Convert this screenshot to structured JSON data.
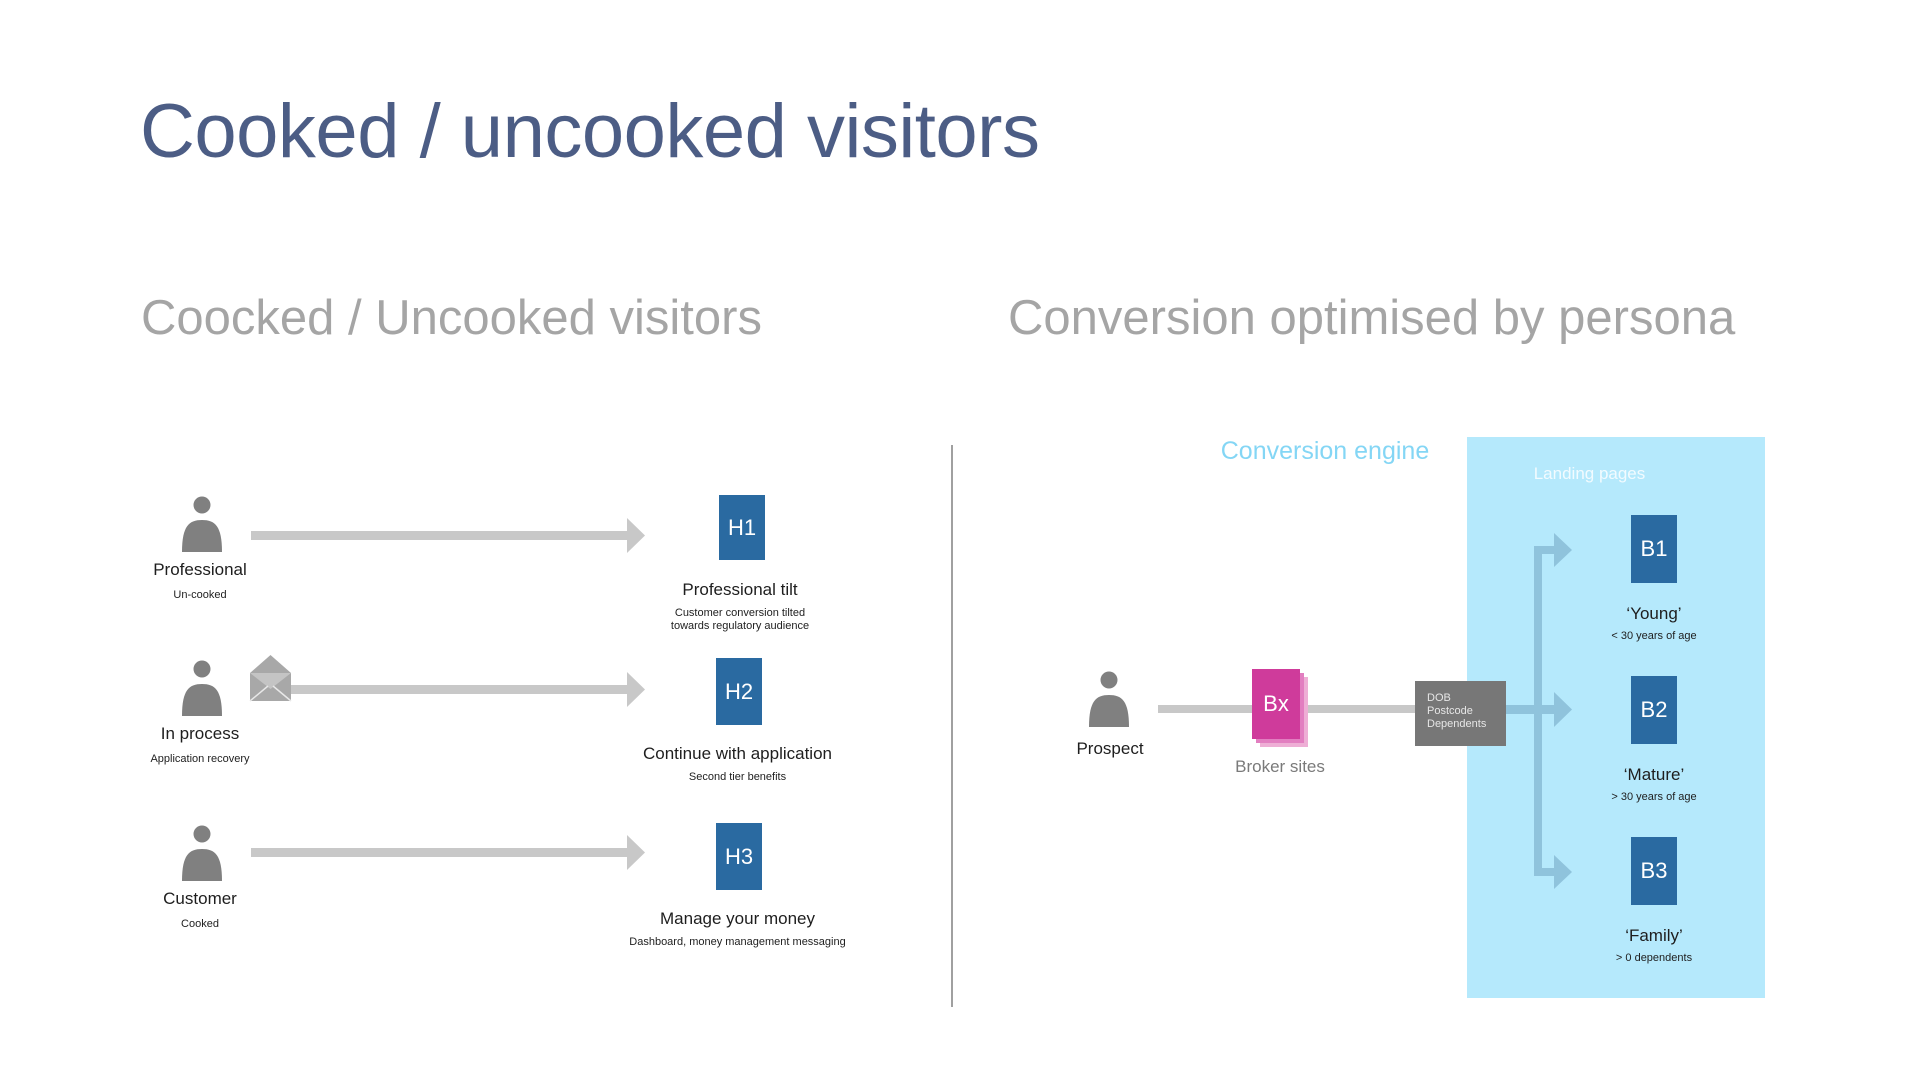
{
  "title": "Cooked / uncooked visitors",
  "left": {
    "subtitle": "Coocked / Uncooked visitors",
    "rows": [
      {
        "person_label": "Professional",
        "person_sub": "Un-cooked",
        "box": "H1",
        "heading": "Professional tilt",
        "desc_lines": [
          "Customer conversion tilted",
          "towards regulatory audience"
        ]
      },
      {
        "person_label": "In process",
        "person_sub": "Application recovery",
        "box": "H2",
        "heading": "Continue with application",
        "desc_lines": [
          "Second tier benefits"
        ]
      },
      {
        "person_label": "Customer",
        "person_sub": "Cooked",
        "box": "H3",
        "heading": "Manage your money",
        "desc_lines": [
          "Dashboard, money management messaging"
        ]
      }
    ]
  },
  "right": {
    "subtitle": "Conversion optimised by persona",
    "engine_label": "Conversion engine",
    "landing_label": "Landing pages",
    "prospect_label": "Prospect",
    "broker_box": "Bx",
    "broker_label": "Broker sites",
    "data_fields": [
      "DOB",
      "Postcode",
      "Dependents"
    ],
    "pages": [
      {
        "box": "B1",
        "name": "‘Young’",
        "desc": "< 30 years of age"
      },
      {
        "box": "B2",
        "name": "‘Mature’",
        "desc": "> 30 years of age"
      },
      {
        "box": "B3",
        "name": "‘Family’",
        "desc": "> 0 dependents"
      }
    ]
  },
  "colors": {
    "title": "#4c5d85",
    "subtitle": "#a5a5a5",
    "h_box": "#2a6aa1",
    "bx_box": "#cf3b9b",
    "landing_panel": "#b5e9fc",
    "engine_label": "#84d6f5",
    "arrow_grey": "#c8c8c8",
    "arrow_blue": "#8fc3dc",
    "person_icon": "#808080"
  },
  "icons": [
    "person-icon",
    "envelope-icon"
  ]
}
